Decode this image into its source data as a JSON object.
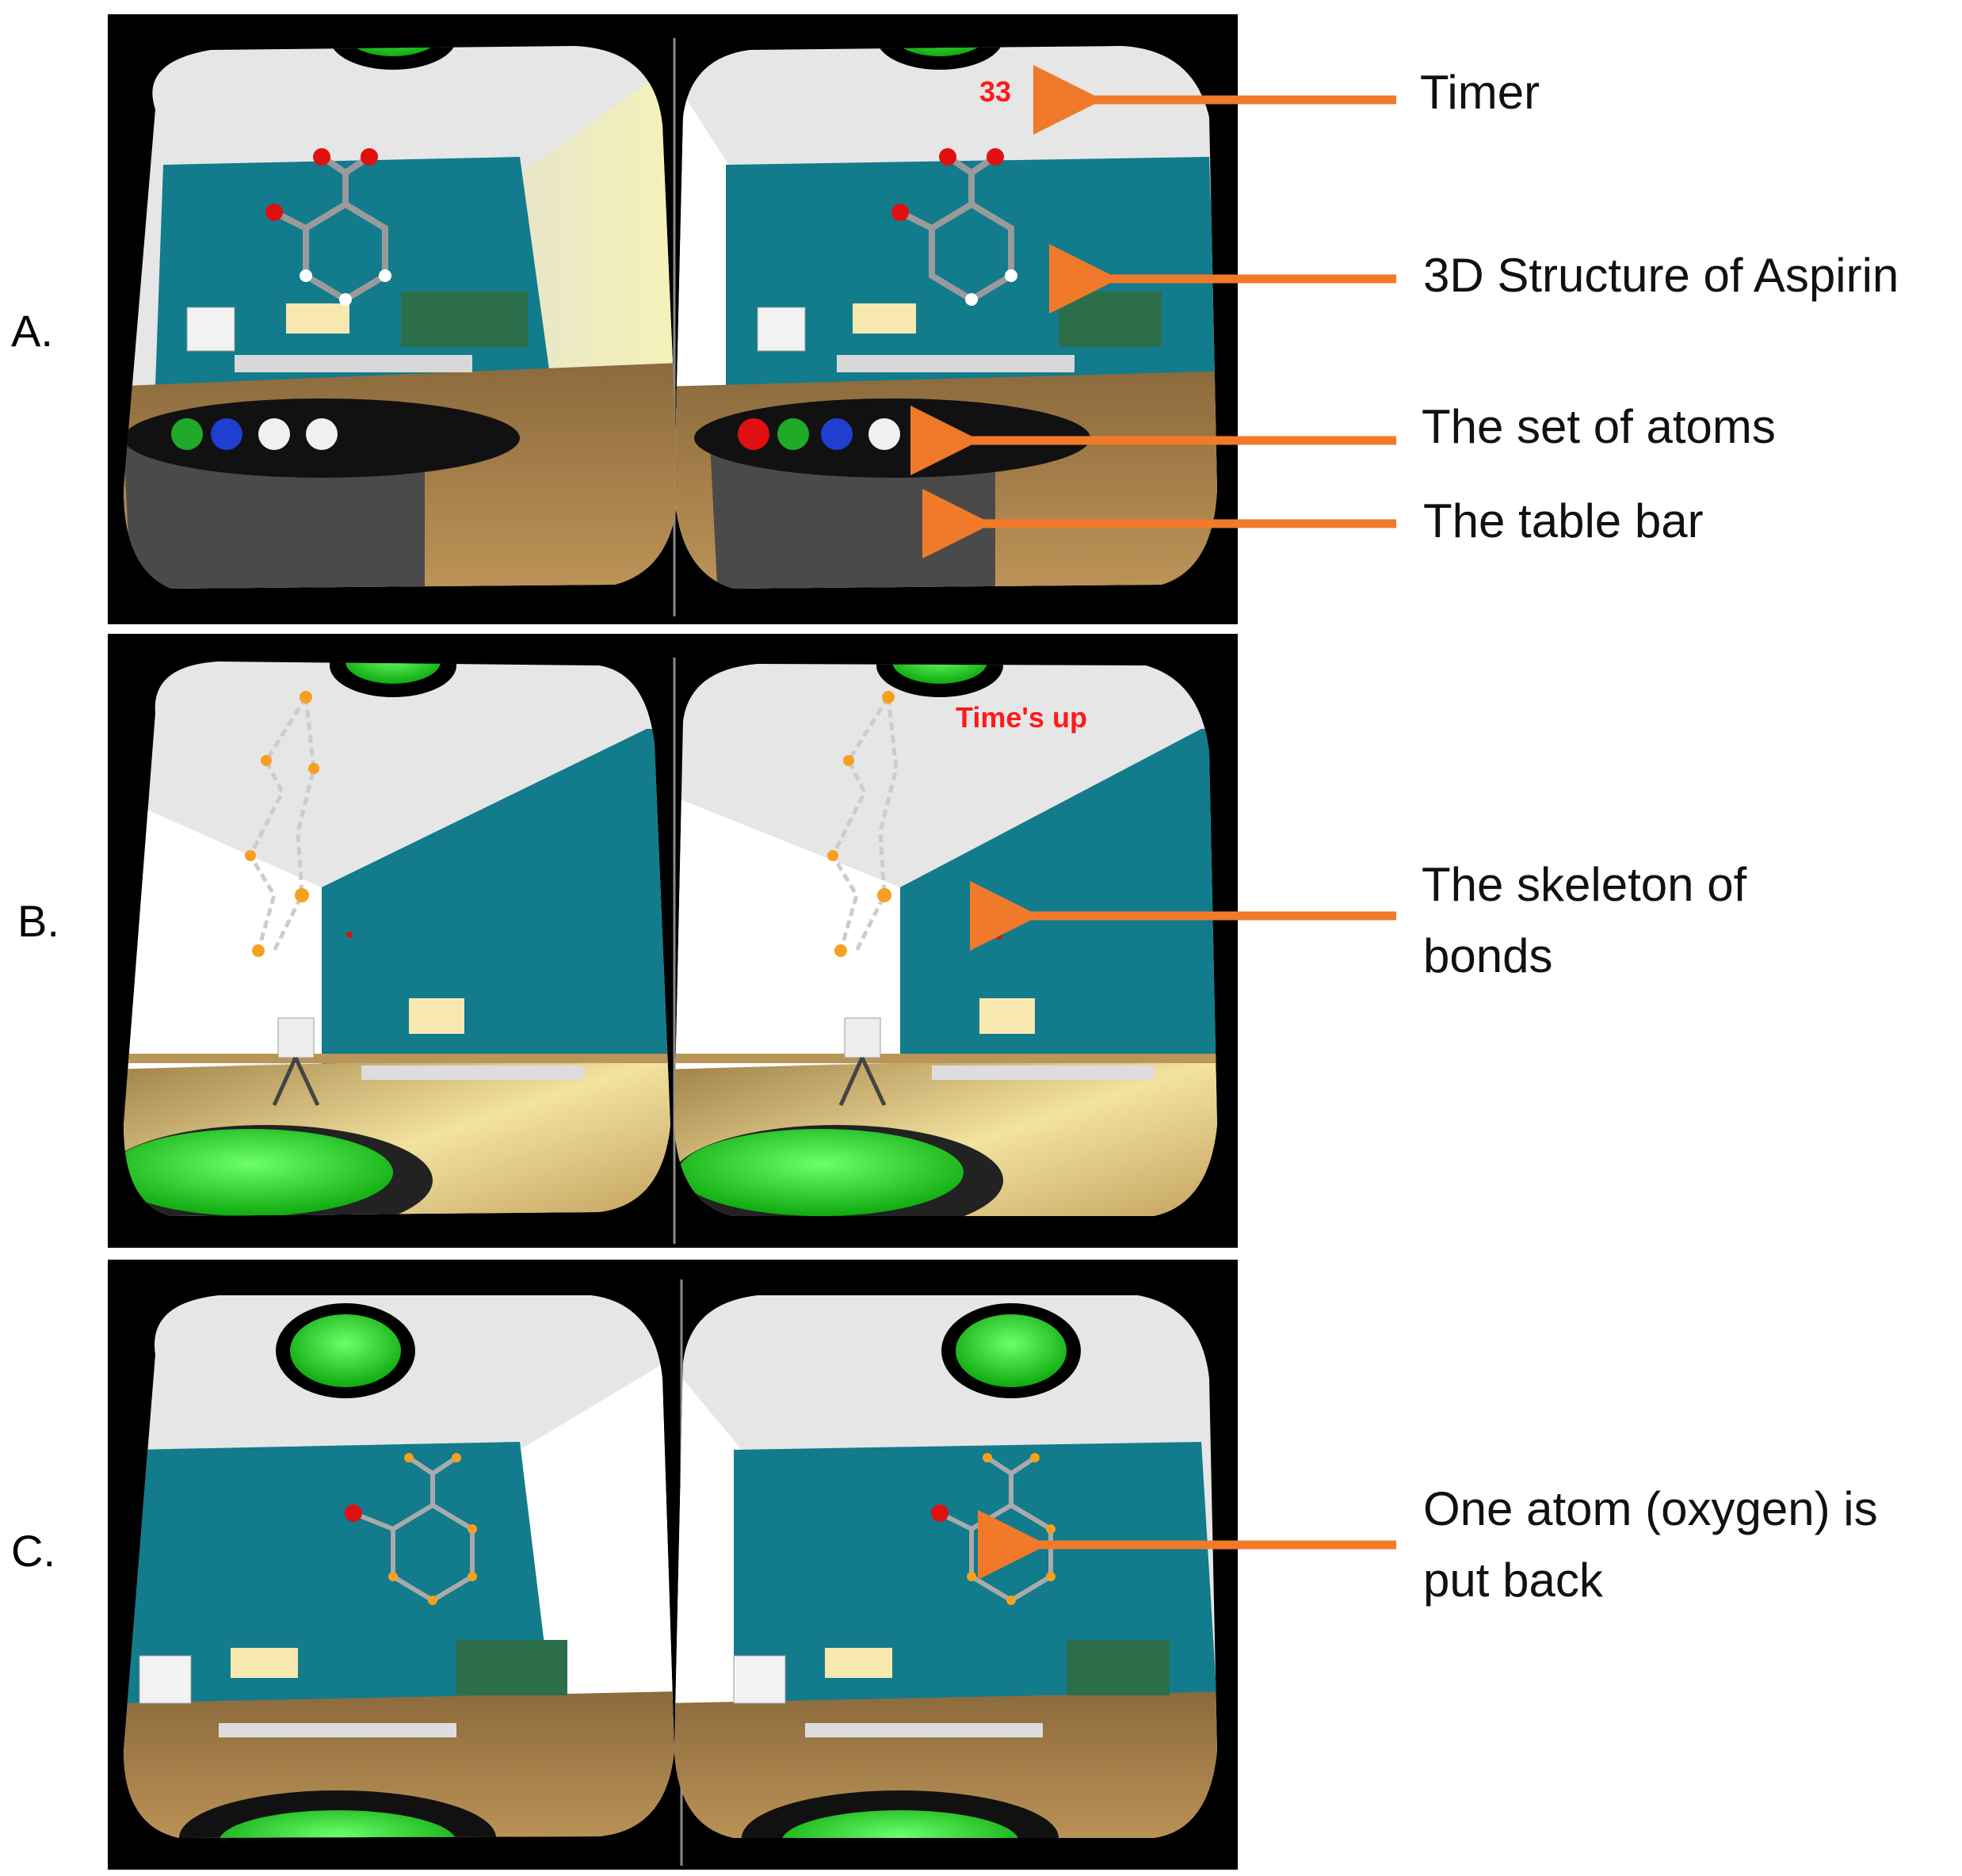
{
  "panels": [
    {
      "letter": "A.",
      "overlay_text": "33"
    },
    {
      "letter": "B.",
      "overlay_text": "Time's up"
    },
    {
      "letter": "C.",
      "overlay_text": ""
    }
  ],
  "annotations": {
    "timer": "Timer",
    "structure": "3D Structure of Aspirin",
    "atoms": "The set of atoms",
    "table_bar": "The table bar",
    "skeleton_line1": "The skeleton of",
    "skeleton_line2": "bonds",
    "oxygen_line1": "One atom (oxygen) is",
    "oxygen_line2": "put back"
  },
  "colors": {
    "arrow": "#f07a2a",
    "wall": "#127b8c",
    "ceiling": "#e4e4e4",
    "floor": "#a67b43",
    "button_green": "#22e022",
    "overlay_red": "#ff1a1a",
    "frame": "#000000"
  },
  "icons": [
    "green-button-icon",
    "aspirin-molecule-icon",
    "bond-skeleton-icon",
    "oxygen-atom-icon",
    "atom-tray-icon"
  ]
}
